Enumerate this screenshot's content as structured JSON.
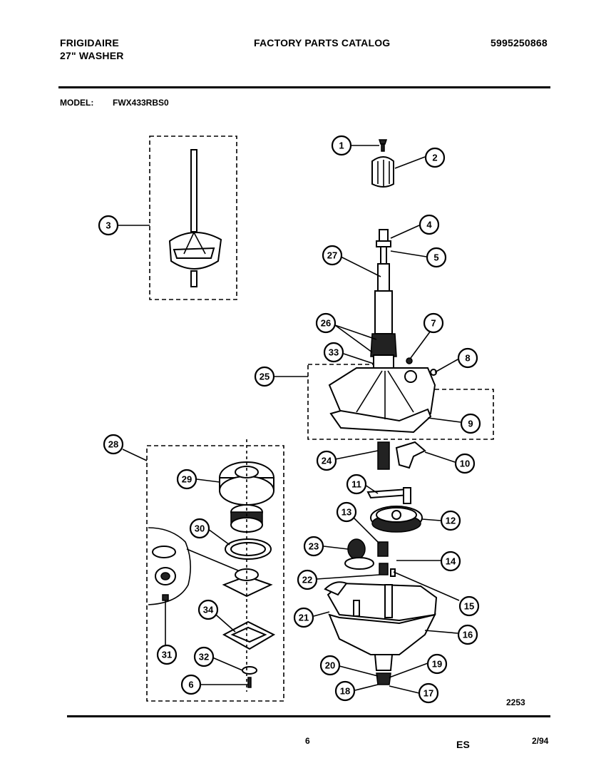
{
  "header": {
    "brand": "FRIGIDAIRE",
    "product": "27\" WASHER",
    "title": "FACTORY PARTS CATALOG",
    "catalog_number": "5995250868",
    "model_label": "MODEL:",
    "model_value": "FWX433RBS0"
  },
  "footer": {
    "diagram_code": "2253",
    "page_number": "6",
    "section": "ES",
    "date": "2/94"
  },
  "callouts": [
    {
      "id": "1",
      "label": "1"
    },
    {
      "id": "2",
      "label": "2"
    },
    {
      "id": "3",
      "label": "3"
    },
    {
      "id": "4",
      "label": "4"
    },
    {
      "id": "5",
      "label": "5"
    },
    {
      "id": "6",
      "label": "6"
    },
    {
      "id": "7",
      "label": "7"
    },
    {
      "id": "8",
      "label": "8"
    },
    {
      "id": "9",
      "label": "9"
    },
    {
      "id": "10",
      "label": "10"
    },
    {
      "id": "11",
      "label": "11"
    },
    {
      "id": "12",
      "label": "12"
    },
    {
      "id": "13",
      "label": "13"
    },
    {
      "id": "14",
      "label": "14"
    },
    {
      "id": "15",
      "label": "15"
    },
    {
      "id": "16",
      "label": "16"
    },
    {
      "id": "17",
      "label": "17"
    },
    {
      "id": "18",
      "label": "18"
    },
    {
      "id": "19",
      "label": "19"
    },
    {
      "id": "20",
      "label": "20"
    },
    {
      "id": "21",
      "label": "21"
    },
    {
      "id": "22",
      "label": "22"
    },
    {
      "id": "23",
      "label": "23"
    },
    {
      "id": "24",
      "label": "24"
    },
    {
      "id": "25",
      "label": "25"
    },
    {
      "id": "26",
      "label": "26"
    },
    {
      "id": "27",
      "label": "27"
    },
    {
      "id": "28",
      "label": "28"
    },
    {
      "id": "29",
      "label": "29"
    },
    {
      "id": "30",
      "label": "30"
    },
    {
      "id": "31",
      "label": "31"
    },
    {
      "id": "32",
      "label": "32"
    },
    {
      "id": "33",
      "label": "33"
    },
    {
      "id": "34",
      "label": "34"
    }
  ]
}
